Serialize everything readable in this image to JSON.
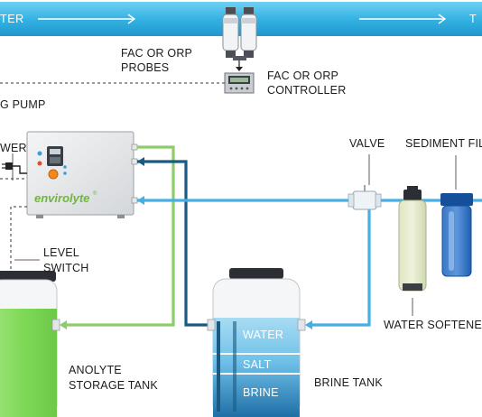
{
  "main_pipe": {
    "left_label": "TER",
    "right_label": "T"
  },
  "labels": {
    "probes": [
      "FAC OR ORP",
      "PROBES"
    ],
    "controller": [
      "FAC OR ORP",
      "CONTROLLER"
    ],
    "pump": "G PUMP",
    "power": "WER",
    "valve": "VALVE",
    "sediment_filter": "SEDIMENT FILT",
    "level_switch": [
      "LEVEL",
      "SWITCH"
    ],
    "water_softener": "WATER SOFTENER",
    "anolyte_tank": [
      "ANOLYTE",
      "STORAGE TANK"
    ],
    "brine_tank": "BRINE TANK"
  },
  "brine_layers": {
    "water": "WATER",
    "salt": "SALT",
    "brine": "BRINE"
  },
  "device": {
    "brand": "envirolyte",
    "brand_mark": "®"
  },
  "colors": {
    "main_pipe": "#39b6e6",
    "green_line": "#8ccc6a",
    "dark_blue_line": "#1a5a82",
    "light_blue_line": "#46aee0",
    "anolyte_liquid": "#7ed957",
    "brine_water": "#8fd0ee",
    "brine_bottom": "#2a7fb5",
    "filter_blue": "#1f5fb0"
  }
}
